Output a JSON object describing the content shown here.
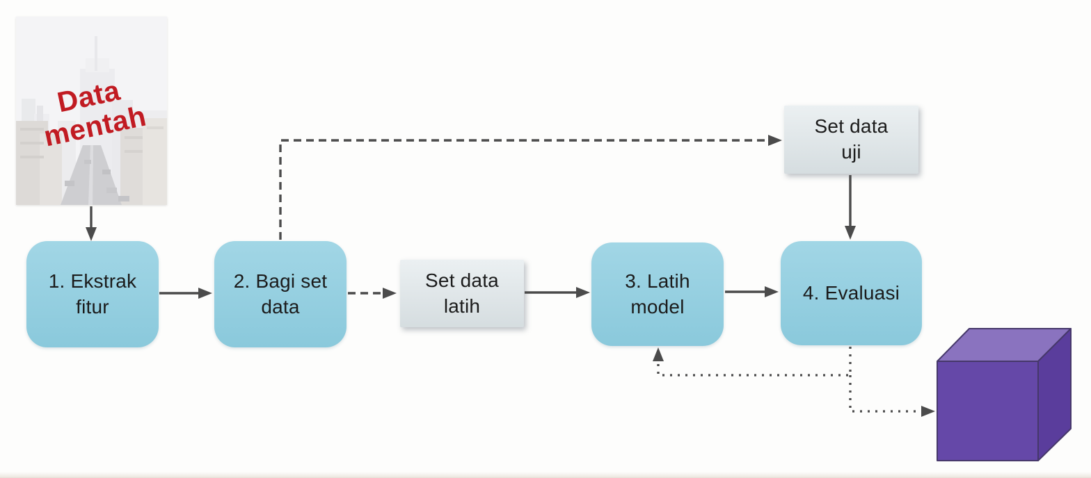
{
  "colors": {
    "bg": "#fdfdfc",
    "node-blue": "#8dcde0",
    "node-gray": "#dee6e9",
    "node-text": "#1b1b1b",
    "arrow": "#4b4b4b",
    "raw-label": "#c11b22",
    "cube-front": "#6548a8",
    "cube-top": "#8a73bf",
    "cube-side": "#5a3d9c",
    "cube-edge": "#46386a"
  },
  "diagram": {
    "raw_image": {
      "label": "Data\nmentah",
      "description_icon": "city-street-photo"
    },
    "nodes": [
      {
        "id": "step1",
        "label": "1. Ekstrak\nfitur",
        "kind": "process"
      },
      {
        "id": "step2",
        "label": "2. Bagi set\ndata",
        "kind": "process"
      },
      {
        "id": "train_set",
        "label": "Set data\nlatih",
        "kind": "data"
      },
      {
        "id": "step3",
        "label": "3. Latih\nmodel",
        "kind": "process"
      },
      {
        "id": "step4",
        "label": "4. Evaluasi",
        "kind": "process"
      },
      {
        "id": "test_set",
        "label": "Set data\nuji",
        "kind": "data"
      }
    ],
    "connections": [
      {
        "from": "raw_image",
        "to": "step1",
        "style": "solid"
      },
      {
        "from": "step1",
        "to": "step2",
        "style": "solid"
      },
      {
        "from": "step2",
        "to": "train_set",
        "style": "dashed"
      },
      {
        "from": "step2",
        "to": "test_set",
        "style": "dashed"
      },
      {
        "from": "train_set",
        "to": "step3",
        "style": "solid"
      },
      {
        "from": "step3",
        "to": "step4",
        "style": "solid"
      },
      {
        "from": "test_set",
        "to": "step4",
        "style": "solid"
      },
      {
        "from": "step4",
        "to": "step3",
        "style": "dotted"
      },
      {
        "from": "step4",
        "to": "cube",
        "style": "dotted"
      }
    ],
    "cube": {
      "name": "model-cube"
    }
  }
}
